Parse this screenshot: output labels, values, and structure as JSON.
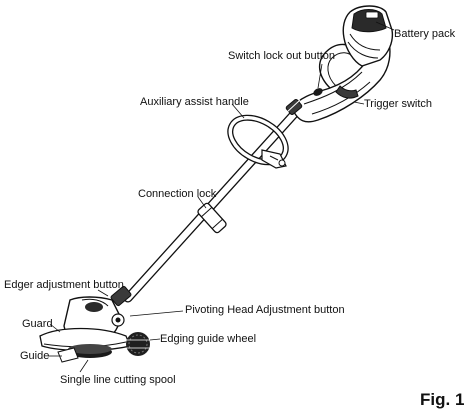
{
  "figure_label": "Fig. 1",
  "colors": {
    "ink": "#111111",
    "shade": "#3a3a3a",
    "dark": "#1a1a1a",
    "paper": "#ffffff"
  },
  "labels": {
    "battery_pack": "Battery pack",
    "switch_lock_out_button": "Switch lock out button",
    "trigger_switch": "Trigger switch",
    "auxiliary_assist_handle": "Auxiliary assist handle",
    "connection_lock": "Connection lock",
    "edger_adjustment_button": "Edger adjustment button",
    "pivoting_head_adjustment_button": "Pivoting Head Adjustment button",
    "guard": "Guard",
    "edging_guide_wheel": "Edging guide wheel",
    "guide": "Guide",
    "single_line_cutting_spool": "Single line cutting spool"
  }
}
